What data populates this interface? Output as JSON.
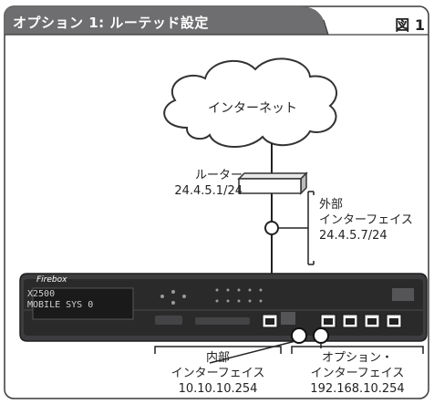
{
  "header": {
    "title": "オプション 1: ルーテッド設定",
    "figure_label": "図 1"
  },
  "cloud": {
    "label": "インターネット"
  },
  "router": {
    "name": "ルーター",
    "address": "24.4.5.1/24"
  },
  "external_interface": {
    "name_line1": "外部",
    "name_line2": "インターフェイス",
    "address": "24.4.5.7/24"
  },
  "appliance": {
    "brand": "Firebox",
    "lcd_line1": "X2500",
    "lcd_line2": "MOBILE SYS 0"
  },
  "internal_interface": {
    "name_line1": "内部",
    "name_line2": "インターフェイス",
    "address": "10.10.10.254"
  },
  "optional_interface": {
    "name_line1": "オプション・",
    "name_line2": "インターフェイス",
    "address": "192.168.10.254"
  },
  "colors": {
    "header_bg": "#6e6e70",
    "frame_stroke": "#3a3a3a",
    "device_body": "#3d3d3f",
    "device_face": "#2a2a2b"
  }
}
